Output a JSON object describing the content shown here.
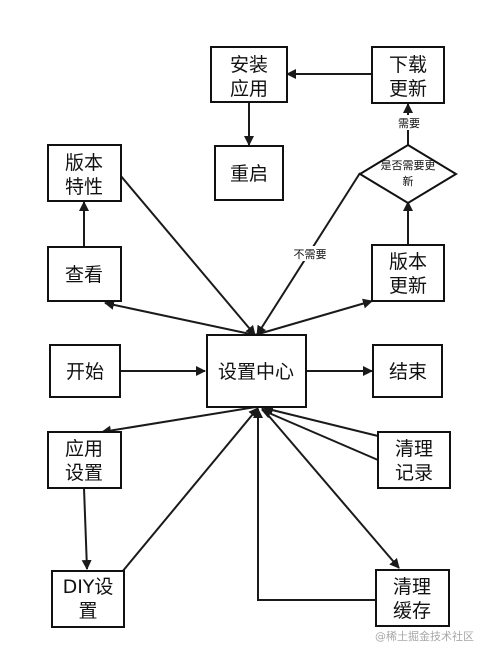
{
  "diagram": {
    "nodes": {
      "install_app": {
        "line1": "安装",
        "line2": "应用"
      },
      "download_update": {
        "line1": "下载",
        "line2": "更新"
      },
      "restart": {
        "label": "重启"
      },
      "version_features": {
        "line1": "版本",
        "line2": "特性"
      },
      "need_update_decision": {
        "line1": "是否需要更",
        "line2": "新"
      },
      "view": {
        "label": "查看"
      },
      "version_update": {
        "line1": "版本",
        "line2": "更新"
      },
      "start": {
        "label": "开始"
      },
      "settings_center": {
        "label": "设置中心"
      },
      "end": {
        "label": "结束"
      },
      "app_settings": {
        "line1": "应用",
        "line2": "设置"
      },
      "clear_records": {
        "line1": "清理",
        "line2": "记录"
      },
      "diy_settings": {
        "line1": "DIY设",
        "line2": "置"
      },
      "clear_cache": {
        "line1": "清理",
        "line2": "缓存"
      }
    },
    "edge_labels": {
      "needs_update": "需要",
      "no_update_needed": "不需要"
    },
    "watermark": "@稀土掘金技术社区"
  }
}
